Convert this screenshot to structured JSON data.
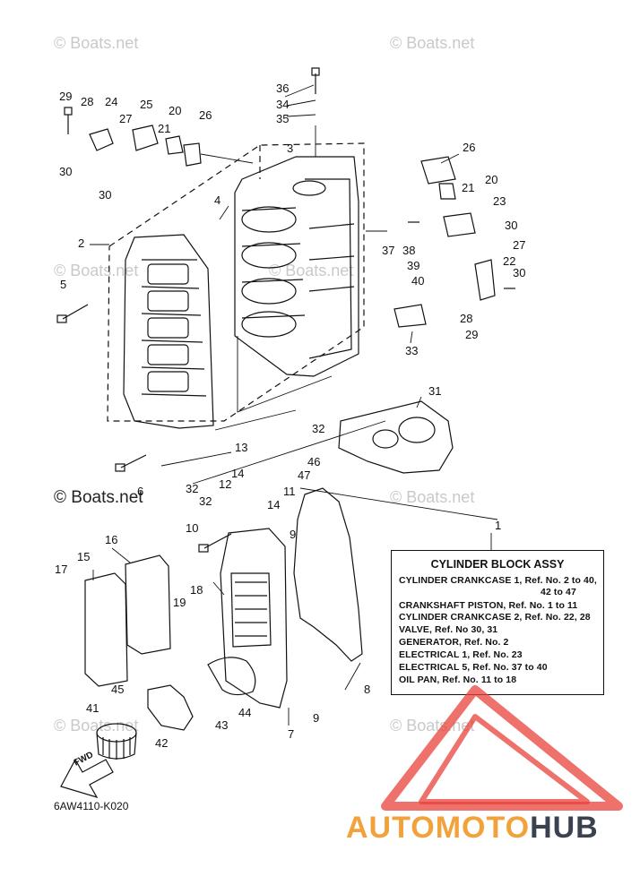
{
  "watermarks": [
    "© Boats.net",
    "© Boats.net",
    "© Boats.net",
    "© Boats.net",
    "© Boats.net",
    "© Boats.net",
    "© Boats.net"
  ],
  "watermark_main": "© Boats.net",
  "callouts": [
    {
      "id": "c36",
      "text": "36"
    },
    {
      "id": "c34",
      "text": "34"
    },
    {
      "id": "c35",
      "text": "35"
    },
    {
      "id": "c29a",
      "text": "29"
    },
    {
      "id": "c28a",
      "text": "28"
    },
    {
      "id": "c24",
      "text": "24"
    },
    {
      "id": "c25",
      "text": "25"
    },
    {
      "id": "c27a",
      "text": "27"
    },
    {
      "id": "c20a",
      "text": "20"
    },
    {
      "id": "c21a",
      "text": "21"
    },
    {
      "id": "c26a",
      "text": "26"
    },
    {
      "id": "c30a",
      "text": "30"
    },
    {
      "id": "c30b",
      "text": "30"
    },
    {
      "id": "c3",
      "text": "3"
    },
    {
      "id": "c26b",
      "text": "26"
    },
    {
      "id": "c20b",
      "text": "20"
    },
    {
      "id": "c21b",
      "text": "21"
    },
    {
      "id": "c23",
      "text": "23"
    },
    {
      "id": "c30c",
      "text": "30"
    },
    {
      "id": "c37",
      "text": "37"
    },
    {
      "id": "c38",
      "text": "38"
    },
    {
      "id": "c27b",
      "text": "27"
    },
    {
      "id": "c39",
      "text": "39"
    },
    {
      "id": "c22",
      "text": "22"
    },
    {
      "id": "c40",
      "text": "40"
    },
    {
      "id": "c30d",
      "text": "30"
    },
    {
      "id": "c28b",
      "text": "28"
    },
    {
      "id": "c29b",
      "text": "29"
    },
    {
      "id": "c4",
      "text": "4"
    },
    {
      "id": "c2",
      "text": "2"
    },
    {
      "id": "c5",
      "text": "5"
    },
    {
      "id": "c33",
      "text": "33"
    },
    {
      "id": "c31",
      "text": "31"
    },
    {
      "id": "c32a",
      "text": "32"
    },
    {
      "id": "c13",
      "text": "13"
    },
    {
      "id": "c46",
      "text": "46"
    },
    {
      "id": "c47",
      "text": "47"
    },
    {
      "id": "c14a",
      "text": "14"
    },
    {
      "id": "c6",
      "text": "6"
    },
    {
      "id": "c32b",
      "text": "32"
    },
    {
      "id": "c12",
      "text": "12"
    },
    {
      "id": "c11",
      "text": "11"
    },
    {
      "id": "c32c",
      "text": "32"
    },
    {
      "id": "c14b",
      "text": "14"
    },
    {
      "id": "c9a",
      "text": "9"
    },
    {
      "id": "c1",
      "text": "1"
    },
    {
      "id": "c10",
      "text": "10"
    },
    {
      "id": "c16",
      "text": "16"
    },
    {
      "id": "c15",
      "text": "15"
    },
    {
      "id": "c17",
      "text": "17"
    },
    {
      "id": "c18",
      "text": "18"
    },
    {
      "id": "c19",
      "text": "19"
    },
    {
      "id": "c8",
      "text": "8"
    },
    {
      "id": "c45",
      "text": "45"
    },
    {
      "id": "c41",
      "text": "41"
    },
    {
      "id": "c44",
      "text": "44"
    },
    {
      "id": "c9b",
      "text": "9"
    },
    {
      "id": "c43",
      "text": "43"
    },
    {
      "id": "c7",
      "text": "7"
    },
    {
      "id": "c42",
      "text": "42"
    }
  ],
  "legend": {
    "title": "CYLINDER BLOCK ASSY",
    "lines": [
      "CYLINDER CRANKCASE 1,  Ref. No. 2 to 40,",
      "42 to 47",
      "CRANKSHAFT PISTON,  Ref. No. 1 to 11",
      "CYLINDER CRANKCASE 2,  Ref. No. 22, 28",
      "VALVE,  Ref. No 30, 31",
      "GENERATOR,  Ref. No. 2",
      "ELECTRICAL 1,  Ref. No. 23",
      "ELECTRICAL 5,  Ref. No. 37 to 40",
      "OIL PAN,  Ref. No. 11 to 18"
    ]
  },
  "fwd_label": "FWD",
  "diagram_code": "6AW4110-K020",
  "brand": {
    "part1": "AUTOMOTO",
    "part2": "HUB",
    "color_orange": "#f2a23a",
    "color_dark": "#3a4250",
    "logo_red": "#e8413a"
  }
}
